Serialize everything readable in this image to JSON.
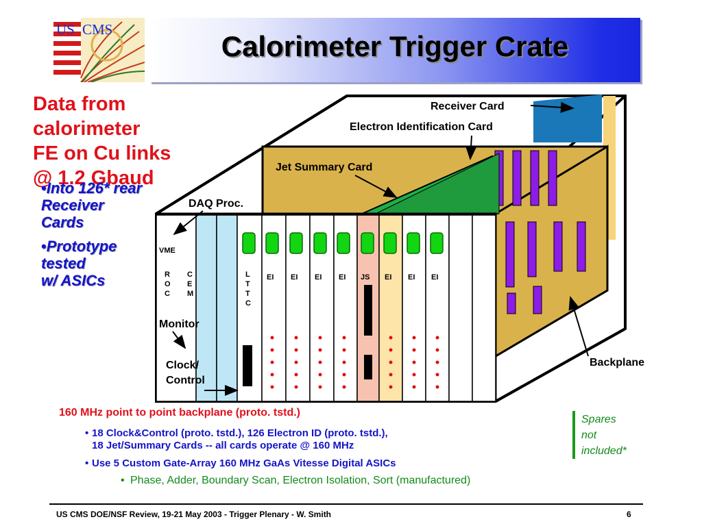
{
  "logo": {
    "text_us": "US",
    "text_cms": "CMS"
  },
  "title": "Calorimeter Trigger Crate",
  "heading": [
    "Data from calorimeter",
    "FE on Cu links",
    "@ 1.2 Gbaud"
  ],
  "side_bullets": [
    {
      "lines": [
        "Into 126* rear",
        "Receiver",
        "Cards"
      ]
    },
    {
      "lines": [
        "Prototype",
        "tested",
        "w/ ASICs"
      ]
    }
  ],
  "diagram": {
    "labels": {
      "receiver_card": "Receiver Card",
      "electron_id_card": "Electron Identification Card",
      "jet_summary_card": "Jet Summary Card",
      "daq_proc": "DAQ Proc.",
      "monitor": "Monitor",
      "clock_control_1": "Clock/",
      "clock_control_2": "Control",
      "backplane": "Backplane"
    },
    "slots": {
      "vme": "VME",
      "roc": [
        "R",
        "O",
        "C"
      ],
      "cem": [
        "C",
        "E",
        "M"
      ],
      "lttc": [
        "L",
        "T",
        "T",
        "C"
      ],
      "card_labels": [
        "EI",
        "EI",
        "EI",
        "EI",
        "JS",
        "EI",
        "EI",
        "EI"
      ]
    },
    "colors": {
      "led_green": "#11d611",
      "slot_blue": "#bfe6f5",
      "slot_pink": "#f7c3b0",
      "slot_amber": "#fde4a8",
      "backplane_purple": "#8d1ce6",
      "backplane_board": "#d9b24c",
      "dot_red": "#e01010"
    }
  },
  "bottom": {
    "heading": "160 MHz point to point backplane (proto. tstd.)",
    "bullets": [
      {
        "lines": [
          "18 Clock&Control (proto. tstd.), 126 Electron ID (proto. tstd.),",
          "18 Jet/Summary Cards -- all cards operate @ 160 MHz"
        ]
      },
      {
        "lines": [
          "Use 5 Custom Gate-Array 160 MHz GaAs Vitesse Digital ASICs"
        ]
      }
    ],
    "sub_bullet": "Phase, Adder, Boundary Scan, Electron Isolation, Sort  (manufactured)",
    "bullet_char": "•"
  },
  "spares_note": [
    "Spares",
    "not",
    "included*"
  ],
  "footer": {
    "text": "US CMS DOE/NSF Review, 19-21 May 2003 - Trigger Plenary - W. Smith",
    "page_number": "6"
  }
}
